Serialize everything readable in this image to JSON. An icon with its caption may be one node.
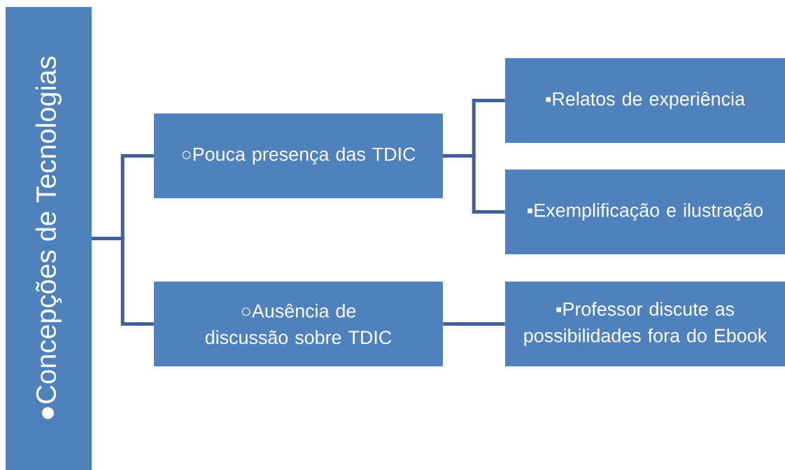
{
  "diagram": {
    "nodes": [
      {
        "text": [
          "●Concepções de Tecnologias"
        ]
      },
      {
        "text": [
          "○Pouca presença das TDIC"
        ]
      },
      {
        "text": [
          "○Ausência de discussão sobre TDIC"
        ]
      },
      {
        "text": [
          "▪Relatos de experiência"
        ]
      },
      {
        "text": [
          "▪Exemplificação e ilustração"
        ]
      },
      {
        "text": [
          "▪Professor discute as possibilidades fora do Ebook"
        ]
      }
    ],
    "edges": [
      {
        "from": 0,
        "to": 1,
        "arrow": "none"
      },
      {
        "from": 0,
        "to": 2,
        "arrow": "none"
      },
      {
        "from": 1,
        "to": 3,
        "arrow": "none"
      },
      {
        "from": 1,
        "to": 4,
        "arrow": "none"
      },
      {
        "from": 2,
        "to": 5,
        "arrow": "none"
      }
    ]
  }
}
